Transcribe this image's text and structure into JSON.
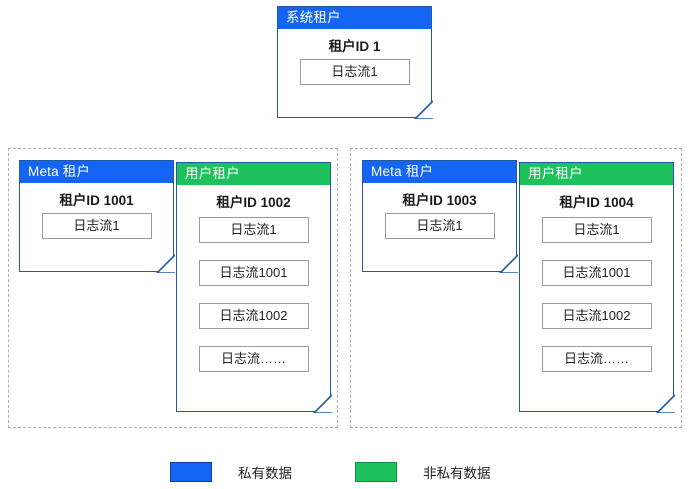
{
  "diagram": {
    "system_card": {
      "header": "系统租户",
      "header_color": "#1565f5",
      "title": "租户ID 1",
      "streams": [
        "日志流1"
      ]
    },
    "groups": [
      {
        "name": "group-left",
        "cards": [
          {
            "name": "meta-1001",
            "header": "Meta 租户",
            "header_color": "#1565f5",
            "header_kind": "blue",
            "title": "租户ID 1001",
            "streams": [
              "日志流1"
            ]
          },
          {
            "name": "user-1002",
            "header": "用户租户",
            "header_color": "#1ec25c",
            "header_kind": "green",
            "title": "租户ID 1002",
            "streams": [
              "日志流1",
              "日志流1001",
              "日志流1002",
              "日志流……"
            ]
          }
        ]
      },
      {
        "name": "group-right",
        "cards": [
          {
            "name": "meta-1003",
            "header": "Meta 租户",
            "header_color": "#1565f5",
            "header_kind": "blue",
            "title": "租户ID 1003",
            "streams": [
              "日志流1"
            ]
          },
          {
            "name": "user-1004",
            "header": "用户租户",
            "header_color": "#1ec25c",
            "header_kind": "green",
            "title": "租户ID 1004",
            "streams": [
              "日志流1",
              "日志流1001",
              "日志流1002",
              "日志流……"
            ]
          }
        ]
      }
    ],
    "legend": [
      {
        "color": "#1565f5",
        "kind": "blue",
        "label": "私有数据"
      },
      {
        "color": "#1ec25c",
        "kind": "green",
        "label": "非私有数据"
      }
    ]
  }
}
